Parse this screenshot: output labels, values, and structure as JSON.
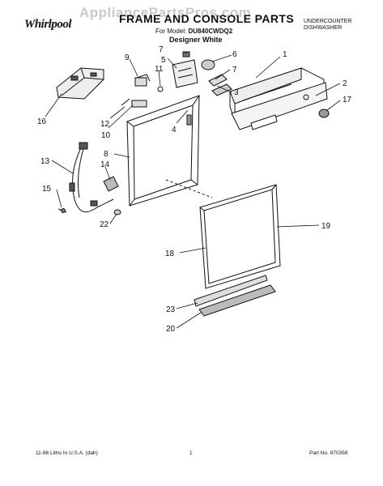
{
  "header": {
    "brand": "Whirlpool",
    "watermark": "AppliancePartsPros.com",
    "title": "FRAME AND CONSOLE PARTS",
    "model_label": "For Model:",
    "model_number": "DU840CWDQ2",
    "variant": "Designer White",
    "category_line1": "UNDERCOUNTER",
    "category_line2": "DISHWASHER"
  },
  "callouts": [
    "1",
    "2",
    "3",
    "4",
    "5",
    "6",
    "7",
    "7",
    "8",
    "9",
    "10",
    "11",
    "12",
    "13",
    "14",
    "15",
    "16",
    "17",
    "18",
    "19",
    "20",
    "22",
    "23"
  ],
  "footer": {
    "left": "11-96 Litho In U.S.A. (dah)",
    "page": "1",
    "part_no": "Part No. 870358"
  },
  "colors": {
    "ink": "#111111",
    "watermark": "#c9c9c9"
  }
}
